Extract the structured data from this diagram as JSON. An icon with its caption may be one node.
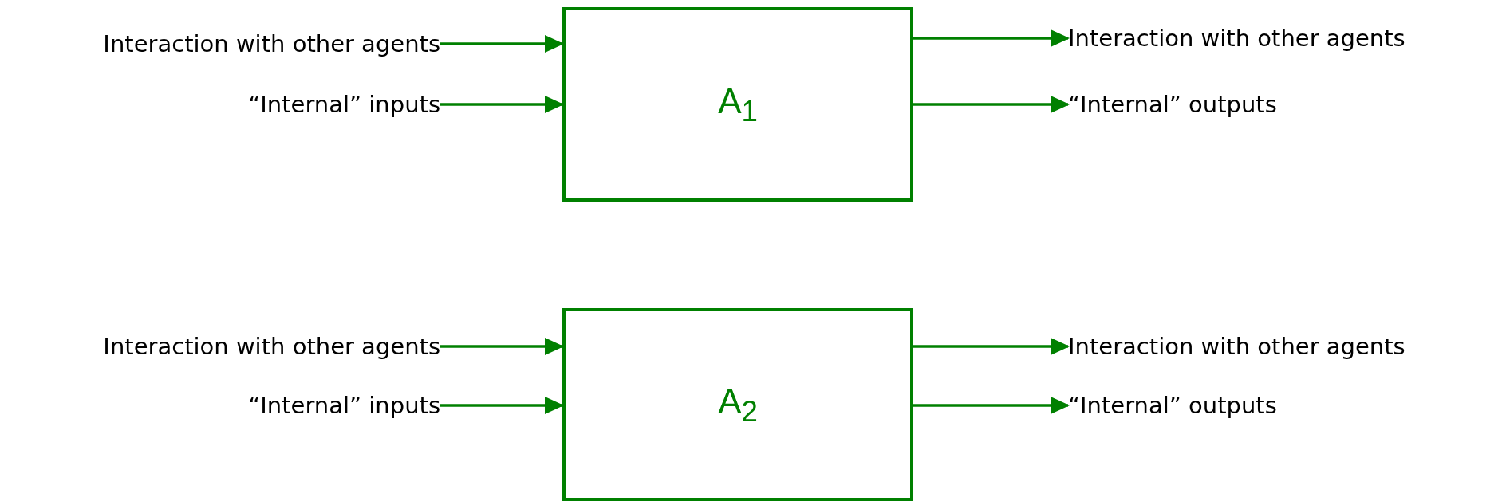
{
  "diagram": {
    "nodes": [
      {
        "text": [
          "A$_{1}$"
        ]
      },
      {
        "text": [
          "Interaction with other agents"
        ]
      },
      {
        "text": [
          "“Internal” inputs"
        ]
      },
      {
        "text": [
          "Interaction with other agents"
        ]
      },
      {
        "text": [
          "“Internal” outputs"
        ]
      },
      {
        "text": [
          "A$_{2}$"
        ]
      },
      {
        "text": [
          "Interaction with other agents"
        ]
      },
      {
        "text": [
          "“Internal” inputs"
        ]
      },
      {
        "text": [
          "Interaction with other agents"
        ]
      },
      {
        "text": [
          "“Internal” outputs"
        ]
      }
    ],
    "edges": [
      {
        "from": 1,
        "to": 0,
        "arrow": "to"
      },
      {
        "from": 2,
        "to": 0,
        "arrow": "to"
      },
      {
        "from": 0,
        "to": 3,
        "arrow": "to"
      },
      {
        "from": 0,
        "to": 4,
        "arrow": "to"
      },
      {
        "from": 6,
        "to": 5,
        "arrow": "to"
      },
      {
        "from": 7,
        "to": 5,
        "arrow": "to"
      },
      {
        "from": 5,
        "to": 8,
        "arrow": "to"
      },
      {
        "from": 5,
        "to": 9,
        "arrow": "to"
      }
    ]
  }
}
